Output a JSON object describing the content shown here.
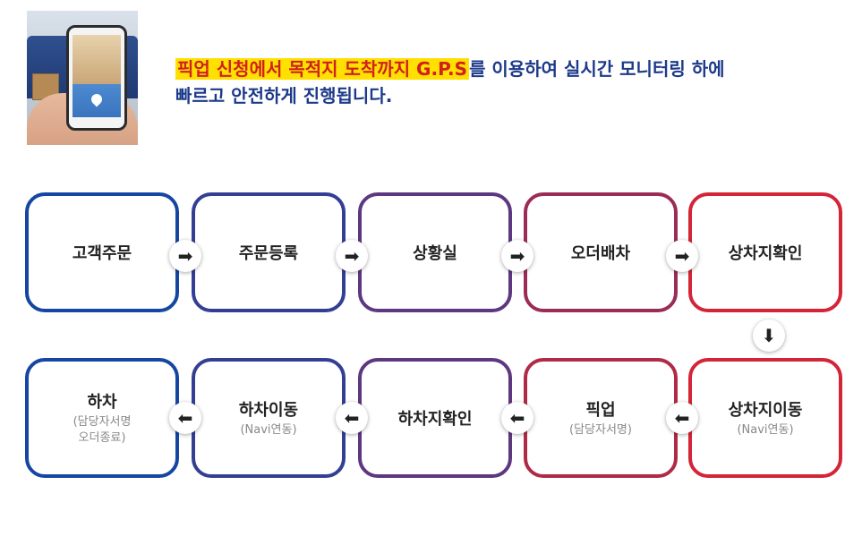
{
  "description": {
    "highlight": "픽업 신청에서 목적지 도착까지 G.P.S",
    "rest_line1": "를 이용하여 실시간 모니터링 하에",
    "line2": "빠르고 안전하게 진행됩니다."
  },
  "flow": {
    "row1": [
      {
        "label": "고객주문",
        "color": "#1546a2"
      },
      {
        "label": "주문등록",
        "color": "#343f94"
      },
      {
        "label": "상황실",
        "color": "#5e3781"
      },
      {
        "label": "오더배차",
        "color": "#9a2c55"
      },
      {
        "label": "상차지확인",
        "color": "#d42438"
      }
    ],
    "row2": [
      {
        "label": "하차",
        "sub1": "(담당자서명",
        "sub2": "오더종료)",
        "color": "#1546a2"
      },
      {
        "label": "하차이동",
        "sub1": "(Navi연동)",
        "color": "#343f94"
      },
      {
        "label": "하차지확인",
        "color": "#5e3781"
      },
      {
        "label": "픽업",
        "sub1": "(담당자서명)",
        "color": "#b02a45"
      },
      {
        "label": "상차지이동",
        "sub1": "(Navi연동)",
        "color": "#d42438"
      }
    ],
    "arrow_right": "➡",
    "arrow_left": "⬅",
    "arrow_down": "⬇"
  }
}
